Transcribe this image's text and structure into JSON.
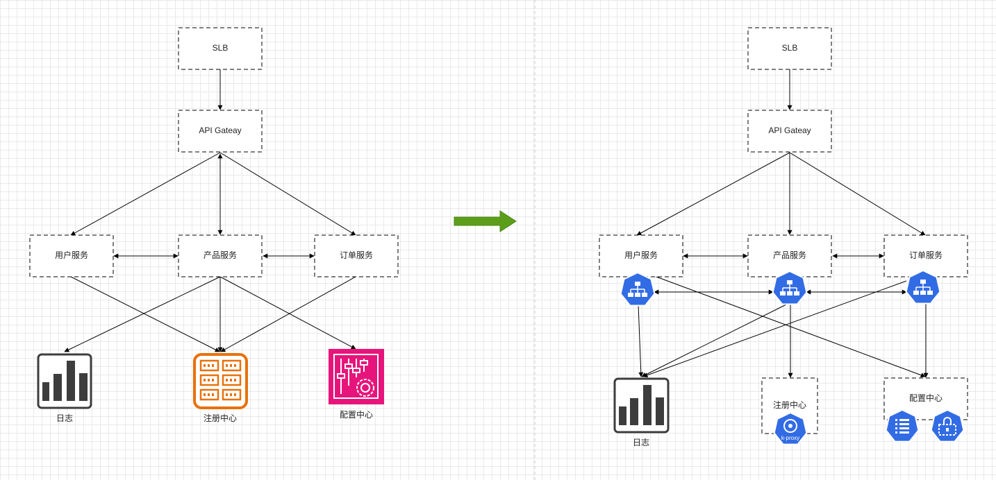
{
  "left": {
    "slb": "SLB",
    "gateway": "API Gateay",
    "user_service": "用户服务",
    "product_service": "产品服务",
    "order_service": "订单服务",
    "log": "日志",
    "registry": "注册中心",
    "config": "配置中心"
  },
  "right": {
    "slb": "SLB",
    "gateway": "API Gateay",
    "user_service": "用户服务",
    "product_service": "产品服务",
    "order_service": "订单服务",
    "log": "日志",
    "registry": "注册中心",
    "config": "配置中心",
    "kproxy_badge": "k-proxy"
  },
  "colors": {
    "arrow": "#5c9e1a",
    "registry_icon": "#e8710a",
    "config_icon": "#e7157b",
    "k8s_blue": "#326ce5",
    "log_icon": "#3d3d3d"
  },
  "icons": {
    "log": "bar-chart-icon",
    "registry": "registry-grid-icon",
    "config": "config-sliders-icon",
    "k8s_service": "k8s-service-icon",
    "k8s_proxy": "k8s-kproxy-icon",
    "k8s_configmap": "k8s-configmap-icon",
    "k8s_secret": "k8s-secret-icon"
  }
}
